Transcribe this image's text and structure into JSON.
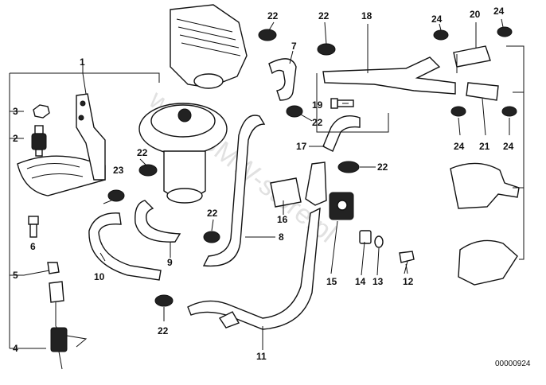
{
  "diagram": {
    "watermark": "www.BMW-store.pl",
    "reference_number": "00000924",
    "callouts": {
      "c1": "1",
      "c2": "2",
      "c3": "3",
      "c4": "4",
      "c5": "5",
      "c6": "6",
      "c7": "7",
      "c8": "8",
      "c9": "9",
      "c10": "10",
      "c11": "11",
      "c12": "12",
      "c13": "13",
      "c14": "14",
      "c15": "15",
      "c16": "16",
      "c17": "17",
      "c18": "18",
      "c19": "19",
      "c20": "20",
      "c21": "21",
      "c22a": "22",
      "c22b": "22",
      "c22c": "22",
      "c22d": "22",
      "c22e": "22",
      "c22f": "22",
      "c22g": "22",
      "c23": "23",
      "c24a": "24",
      "c24b": "24",
      "c24c": "24",
      "c24d": "24"
    }
  }
}
